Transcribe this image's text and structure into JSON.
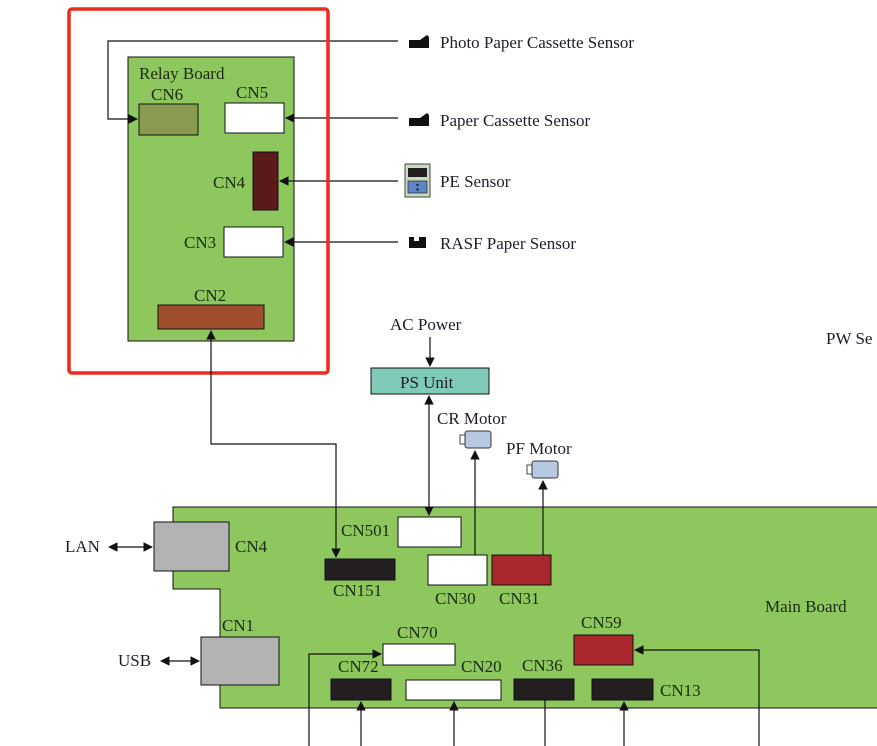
{
  "diagram": {
    "highlight_color": "#ee2a1e",
    "relay_board": {
      "title": "Relay Board",
      "color": "#8fc75f",
      "connectors": {
        "cn6": {
          "label": "CN6",
          "color": "#889b50"
        },
        "cn5": {
          "label": "CN5",
          "color": "#ffffff"
        },
        "cn4": {
          "label": "CN4",
          "color": "#5a1a1c"
        },
        "cn3": {
          "label": "CN3",
          "color": "#ffffff"
        },
        "cn2": {
          "label": "CN2",
          "color": "#a04e2e"
        }
      }
    },
    "sensors": [
      {
        "label": "Photo Paper Cassette Sensor",
        "icon": "cassette-sensor-icon",
        "target": "CN6"
      },
      {
        "label": "Paper Cassette Sensor",
        "icon": "cassette-sensor-icon",
        "target": "CN5"
      },
      {
        "label": "PE Sensor",
        "icon": "pe-sensor-icon",
        "target": "CN4"
      },
      {
        "label": "RASF Paper Sensor",
        "icon": "rasf-sensor-icon",
        "target": "CN3"
      }
    ],
    "power": {
      "source_label": "AC Power",
      "unit_label": "PS Unit",
      "unit_color": "#7fcab8"
    },
    "motors": {
      "cr": {
        "label": "CR Motor",
        "color": "#b7c8e2"
      },
      "pf": {
        "label": "PF Motor",
        "color": "#b7c8e2"
      }
    },
    "pw_sensor_label": "PW Se",
    "external": {
      "lan": "LAN",
      "usb": "USB"
    },
    "main_board": {
      "title": "Main Board",
      "color": "#8fc75f",
      "connectors": {
        "cn4": {
          "label": "CN4",
          "color": "#b3b3b3"
        },
        "cn1": {
          "label": "CN1",
          "color": "#b3b3b3"
        },
        "cn501": {
          "label": "CN501",
          "color": "#ffffff"
        },
        "cn151": {
          "label": "CN151",
          "color": "#231f20"
        },
        "cn30": {
          "label": "CN30",
          "color": "#ffffff"
        },
        "cn31": {
          "label": "CN31",
          "color": "#a8272d"
        },
        "cn70": {
          "label": "CN70",
          "color": "#ffffff"
        },
        "cn72": {
          "label": "CN72",
          "color": "#231f20"
        },
        "cn20": {
          "label": "CN20",
          "color": "#ffffff"
        },
        "cn36": {
          "label": "CN36",
          "color": "#231f20"
        },
        "cn59": {
          "label": "CN59",
          "color": "#a8272d"
        },
        "cn13": {
          "label": "CN13",
          "color": "#231f20"
        }
      }
    }
  }
}
